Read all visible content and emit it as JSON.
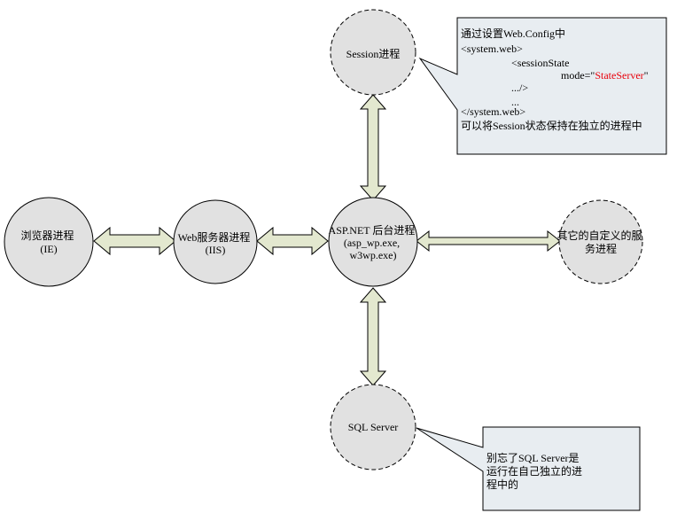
{
  "nodes": {
    "browser": {
      "lines": [
        "浏览器进程",
        "(IE)"
      ]
    },
    "webserver": {
      "lines": [
        "Web服务器进程",
        "(IIS)"
      ]
    },
    "aspnet": {
      "lines": [
        "ASP.NET 后台进程",
        "(asp_wp.exe,",
        "w3wp.exe)"
      ]
    },
    "session": {
      "lines": [
        "Session进程"
      ]
    },
    "custom": {
      "lines": [
        "其它的自定义的服",
        "务进程"
      ]
    },
    "sql": {
      "lines": [
        "SQL Server"
      ]
    }
  },
  "notes": {
    "session_note": {
      "line1": "通过设置Web.Config中",
      "line2": "<system.web>",
      "line3": "<sessionState",
      "line4_pre": "mode=\"",
      "line4_value": "StateServer",
      "line4_post": "\"",
      "line5": ".../>",
      "line6": "...",
      "line7": "</system.web>",
      "line8": "可以将Session状态保持在独立的进程中"
    },
    "sql_note": {
      "lines": [
        "别忘了SQL Server是",
        "运行在自己独立的进",
        "程中的"
      ]
    }
  },
  "colors": {
    "node_fill": "#e1e1e1",
    "note_fill": "#e8edf1",
    "arrow_fill": "#e3e8cf",
    "stroke": "#000000",
    "accent_red": "#e8000b"
  }
}
